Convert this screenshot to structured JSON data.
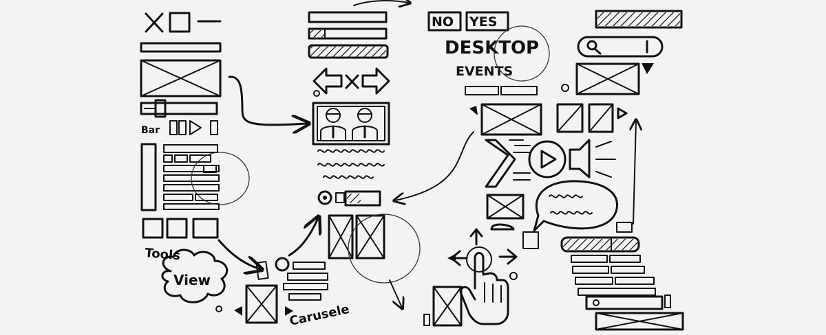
{
  "image": {
    "kind": "hand-drawn UX wireframe sketch",
    "background": "#f3f3f3",
    "ink_color": "#111111"
  },
  "labels": {
    "no": "NO",
    "yes": "YES",
    "desktop": "DESKTOP",
    "events": "EVENTS",
    "bar": "Bar",
    "tools": "Tools",
    "view": "View",
    "carusele": "Carusele"
  }
}
